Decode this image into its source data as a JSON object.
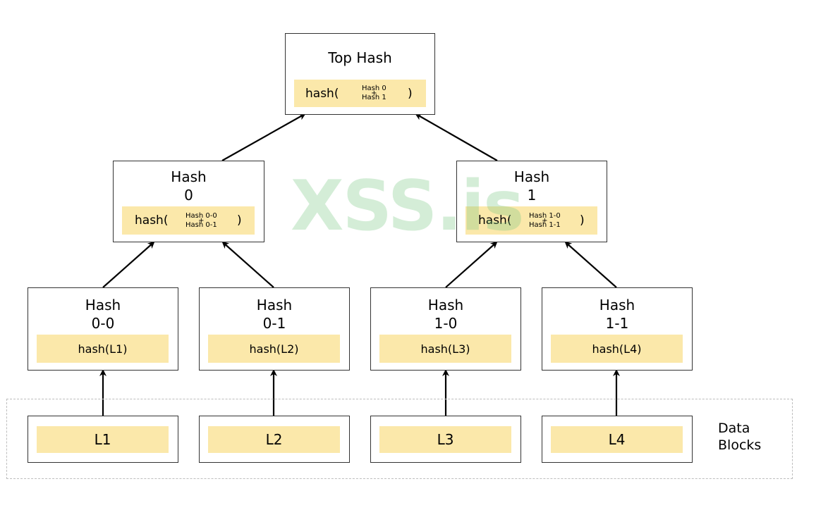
{
  "top": {
    "title": "Top Hash",
    "fn": "hash(",
    "arg1": "Hash 0",
    "plus": "+",
    "arg2": "Hash 1",
    "close": ")"
  },
  "hash0": {
    "title_line1": "Hash",
    "title_line2": "0",
    "fn": "hash(",
    "arg1": "Hash 0-0",
    "plus": "+",
    "arg2": "Hash 0-1",
    "close": ")"
  },
  "hash1": {
    "title_line1": "Hash",
    "title_line2": "1",
    "fn": "hash(",
    "arg1": "Hash 1-0",
    "plus": "+",
    "arg2": "Hash 1-1",
    "close": ")"
  },
  "leaf_hashes": [
    {
      "title_line1": "Hash",
      "title_line2": "0-0",
      "content": "hash(L1)"
    },
    {
      "title_line1": "Hash",
      "title_line2": "0-1",
      "content": "hash(L2)"
    },
    {
      "title_line1": "Hash",
      "title_line2": "1-0",
      "content": "hash(L3)"
    },
    {
      "title_line1": "Hash",
      "title_line2": "1-1",
      "content": "hash(L4)"
    }
  ],
  "data_blocks": {
    "label_line1": "Data",
    "label_line2": "Blocks",
    "items": [
      "L1",
      "L2",
      "L3",
      "L4"
    ]
  },
  "watermark": "XSS.is",
  "colors": {
    "band": "#fbe8aa",
    "border": "#333333",
    "arrow": "#000000",
    "dashed_group": "#bdbdbd",
    "watermark": "#78c882"
  }
}
